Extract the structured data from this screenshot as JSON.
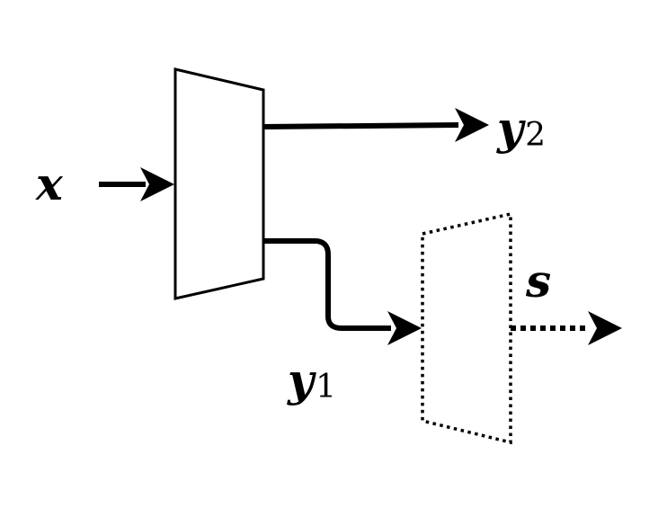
{
  "labels": {
    "input_var": "x",
    "output2_var": "y",
    "output2_sub": "2",
    "output1_var": "y",
    "output1_sub": "1",
    "side_var": "s"
  },
  "colors": {
    "stroke": "#000000",
    "background": "#ffffff"
  }
}
